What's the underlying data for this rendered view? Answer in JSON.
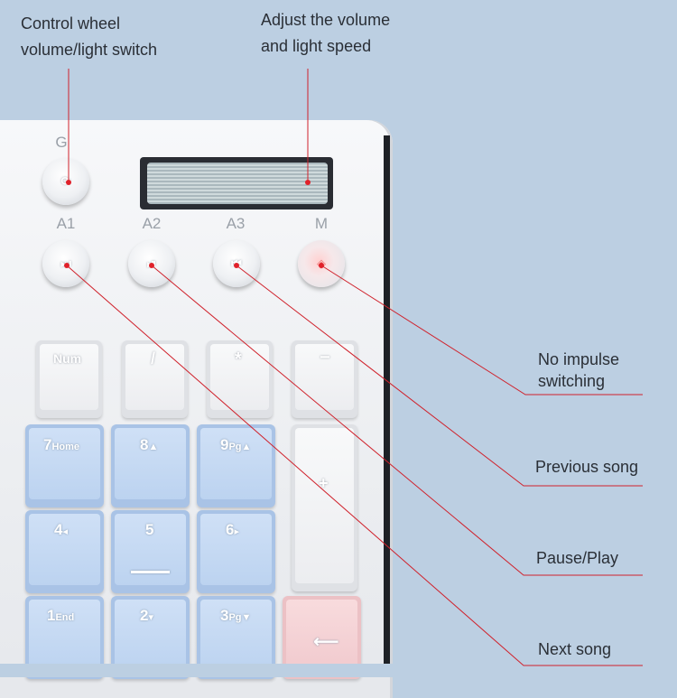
{
  "annotations": {
    "wheel_switch": [
      "Control wheel",
      "volume/light switch"
    ],
    "adjust_volume": [
      "Adjust the volume",
      "and light speed"
    ],
    "no_impulse": [
      "No impulse",
      "switching"
    ],
    "previous_song": [
      "Previous song"
    ],
    "pause_play": [
      "Pause/Play"
    ],
    "next_song": [
      "Next song"
    ]
  },
  "round_keys": {
    "g_label": "G",
    "a1_label": "A1",
    "a2_label": "A2",
    "a3_label": "A3",
    "m_label": "M"
  },
  "numpad": {
    "num": "Num",
    "slash": "/",
    "asterisk": "*",
    "minus": "−",
    "home_num": "7",
    "home_sub": "Home",
    "up_num": "8",
    "up_sub": "▲",
    "pgup_num": "9",
    "pgup_sub": "Pg▲",
    "left_num": "4",
    "left_sub": "◂",
    "five": "5",
    "right_num": "6",
    "right_sub": "▸",
    "end_num": "1",
    "end_sub": "End",
    "down_num": "2",
    "down_sub": "▾",
    "pgdn_num": "3",
    "pgdn_sub": "Pg▼",
    "plus": "+",
    "enter": "⟵"
  },
  "colors": {
    "background": "#bccfe2",
    "leader_line": "#d0222c",
    "blue_key": "#c4d8f3",
    "pink_key": "#f3d0d3"
  }
}
